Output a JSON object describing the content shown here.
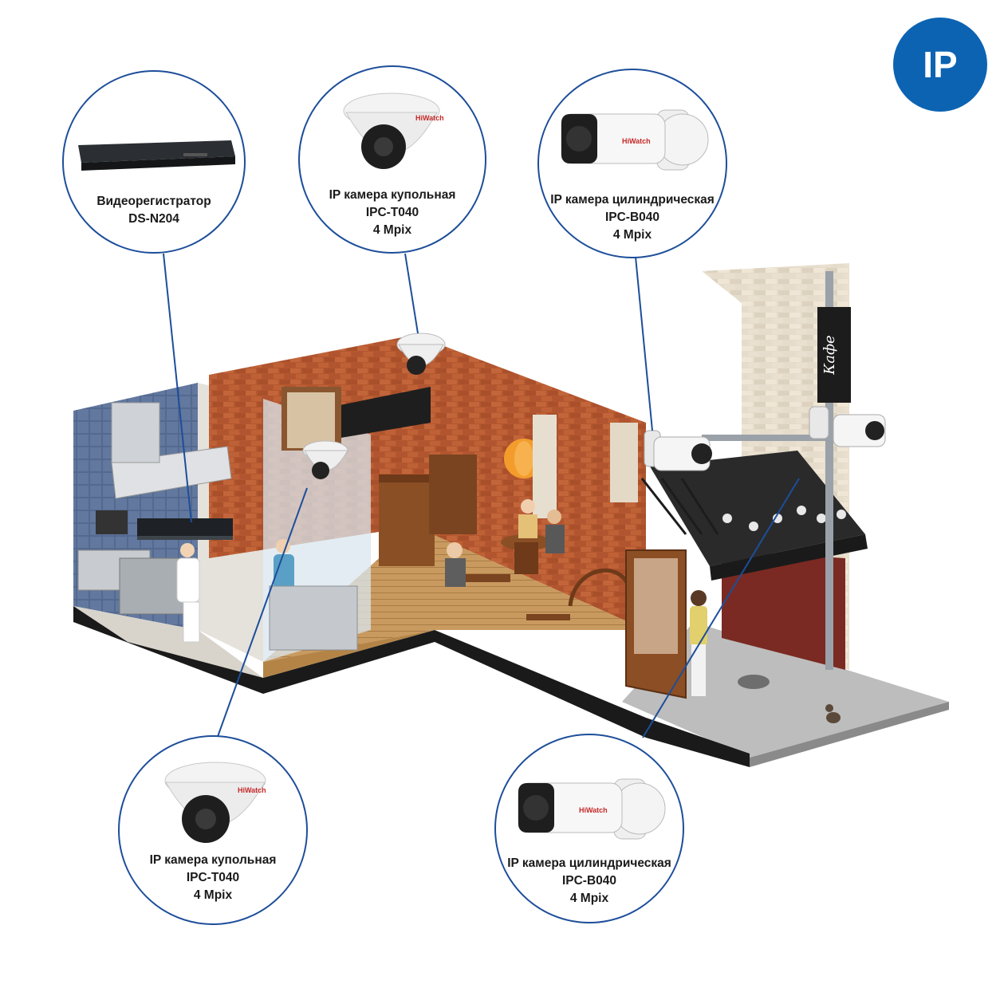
{
  "badge": {
    "text": "IP",
    "color": "#0c63b2"
  },
  "accent_line_color": "#1d4e9a",
  "devices": {
    "recorder": {
      "line1": "Видеорегистратор",
      "line2": "DS-N204"
    },
    "dome_top": {
      "line1": "IP камера купольная",
      "line2": "IPC-T040",
      "line3": "4 Mpix",
      "brand": "HiWatch"
    },
    "bullet_top": {
      "line1": "IP камера цилиндрическая",
      "line2": "IPC-B040",
      "line3": "4 Mpix",
      "brand": "HiWatch"
    },
    "dome_bottom": {
      "line1": "IP камера купольная",
      "line2": "IPC-T040",
      "line3": "4 Mpix",
      "brand": "HiWatch"
    },
    "bullet_bottom": {
      "line1": "IP камера цилиндрическая",
      "line2": "IPC-B040",
      "line3": "4 Mpix",
      "brand": "HiWatch"
    }
  },
  "scene": {
    "sign": "Кафе"
  }
}
